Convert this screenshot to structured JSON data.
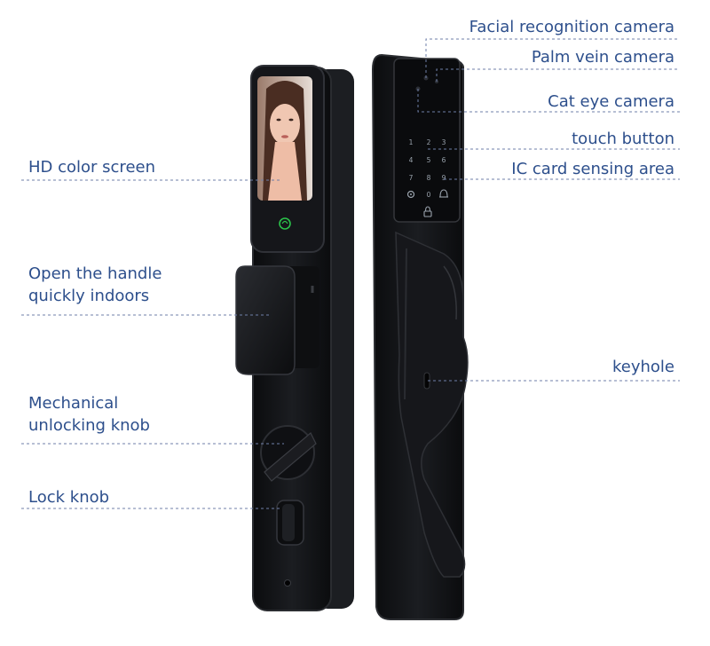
{
  "colors": {
    "label_text": "#2d4f8c",
    "leader_line": "#6f7fa8",
    "lock_body": "#121315",
    "lock_edge": "#2a2c30",
    "keypad_text": "#9aa3ad"
  },
  "labels_left": {
    "hd_screen": "HD color screen",
    "handle": [
      "Open the handle",
      "quickly indoors"
    ],
    "mech_knob": [
      "Mechanical",
      "unlocking knob"
    ],
    "lock_knob": "Lock knob"
  },
  "labels_right": {
    "facial_camera": "Facial recognition camera",
    "palm_camera": "Palm vein camera",
    "cat_eye": "Cat eye camera",
    "touch_button": "touch button",
    "ic_card": "IC card sensing area",
    "keyhole": "keyhole"
  },
  "keypad": {
    "keys": [
      "1",
      "2",
      "3",
      "4",
      "5",
      "6",
      "7",
      "8",
      "9",
      "0"
    ]
  },
  "icons": {
    "fingerprint": "fingerprint-icon",
    "gear": "gear-icon",
    "bell": "bell-icon",
    "lock": "lock-icon"
  }
}
